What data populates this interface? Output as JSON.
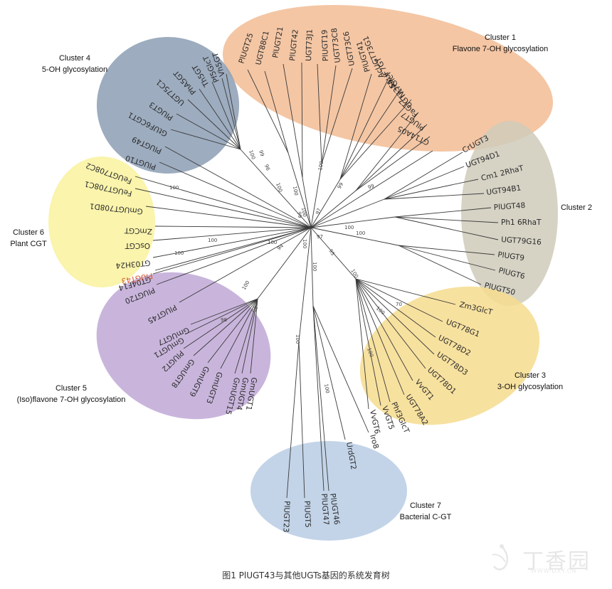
{
  "caption": "图1 PlUGT43与其他UGTs基因的系统发育树",
  "watermark": {
    "text": "丁香园",
    "url": "WWW.DXY.CN"
  },
  "clusters": [
    {
      "id": "c1",
      "title": "Cluster 1",
      "subtitle": "Flavone 7-OH glycosylation",
      "color": "#f2bc94"
    },
    {
      "id": "c2",
      "title": "Cluster 2",
      "subtitle": "",
      "color": "#cfcbbb"
    },
    {
      "id": "c3",
      "title": "Cluster 3",
      "subtitle": "3-OH glycosylation",
      "color": "#f6dc8e"
    },
    {
      "id": "c4",
      "title": "Cluster 4",
      "subtitle": "5-OH glycosylation",
      "color": "#8c9eb4"
    },
    {
      "id": "c5",
      "title": "Cluster 5",
      "subtitle": "(Iso)flavone 7-OH glycosylation",
      "color": "#c0a8d6"
    },
    {
      "id": "c6",
      "title": "Cluster 6",
      "subtitle": "Plant CGT",
      "color": "#f9f29d"
    },
    {
      "id": "c7",
      "title": "Cluster 7",
      "subtitle": "Bacterial C-GT",
      "color": "#b9cde4"
    }
  ],
  "highlight_color": "#d9541e",
  "leaves": [
    "PlUGT25",
    "UGT88C1",
    "PlUGT21",
    "PlUGT42",
    "UGT73J1",
    "PlUGT19",
    "UGT73C8",
    "UGT73C6",
    "PlUGT41",
    "AcUGT73G1",
    "SbUF7GT",
    "Nt7GlcT",
    "UGT73A4",
    "FaGT7",
    "PlUGT7",
    "GT14A05",
    "CrUGT3",
    "UGT94D1",
    "Cm1 2RhaT",
    "UGT94B1",
    "PlUGT48",
    "Ph1 6RhaT",
    "UGT79G16",
    "PlUGT9",
    "PlUGT6",
    "PlUGT50",
    "Zm3GlcT",
    "UGT78G1",
    "UGT78D2",
    "UGT78D3",
    "UGT78D1",
    "VvGT1",
    "UGT78A2",
    "Phf3GlcT",
    "VvGT5",
    "VvGT6",
    "Iro8",
    "UrdGT2",
    "PlUGT46",
    "PlUGT47",
    "PlUGT5",
    "PlUGT23",
    "GmUGT1",
    "GmUGT4",
    "GmUGT15",
    "GmUGT3",
    "GmUGT9",
    "GmUGT8",
    "PlUGT2",
    "GmUGT1",
    "GmUGT7",
    "PlUGT45",
    "PlUGT20",
    "GT04F14",
    "PlUGT43",
    "GT03H24",
    "OsCGT",
    "ZmCGT",
    "GmUGT708D1",
    "FeUGT708C1",
    "FeUGT708C2",
    "PlUGT10",
    "PlUGT49",
    "GtUF6CGT1",
    "PlUGT3",
    "UGT75C1",
    "PhA5GT",
    "Th5GT",
    "Pf5GlcT",
    "Vh5GT"
  ],
  "bootstrap": [
    "100",
    "99",
    "96",
    "100",
    "100",
    "100",
    "97",
    "99",
    "99",
    "100",
    "100",
    "99",
    "100",
    "97",
    "100",
    "95",
    "100",
    "100",
    "100",
    "94",
    "100",
    "100",
    "100",
    "88",
    "100",
    "98",
    "70",
    "100",
    "100",
    "100",
    "100"
  ]
}
